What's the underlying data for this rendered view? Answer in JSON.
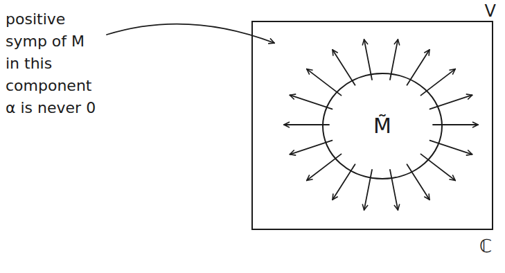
{
  "diagram": {
    "nodes": [
      {
        "text": [
          "V"
        ]
      },
      {
        "text": [
          "M̃"
        ],
        "in": 0
      }
    ],
    "labels": [
      "positive symp of M in this component α is never 0",
      "ℂ"
    ]
  }
}
